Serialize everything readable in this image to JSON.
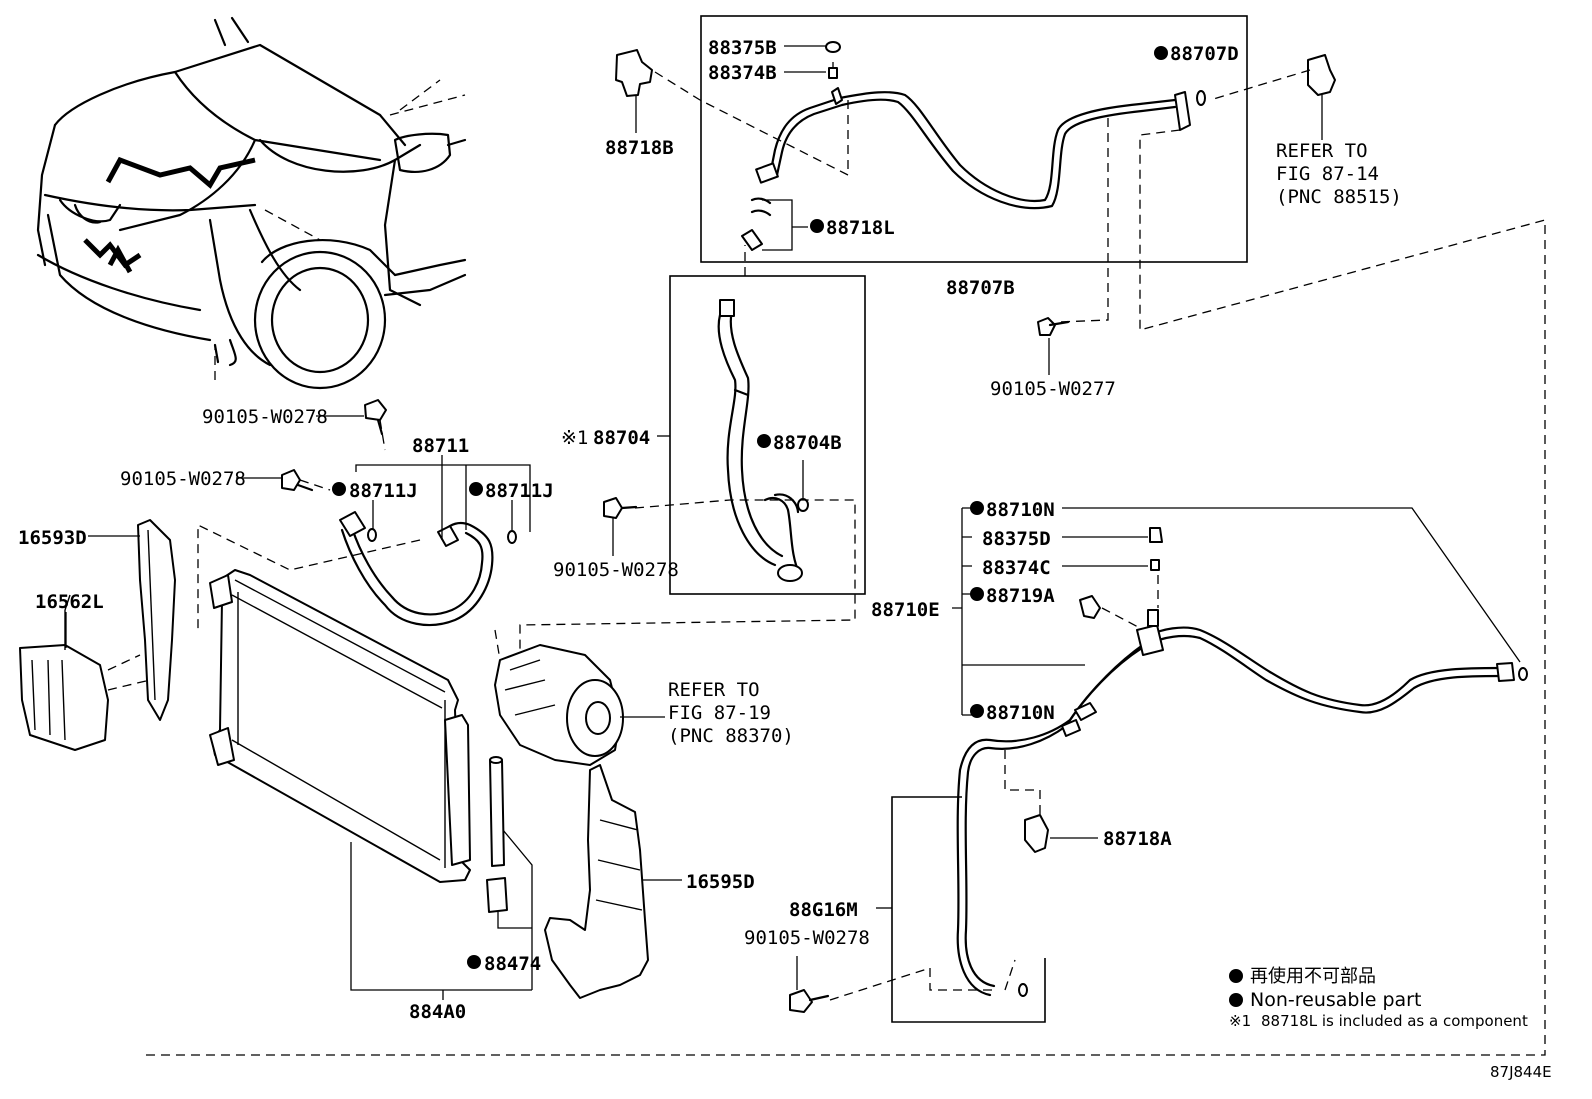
{
  "diagram_code": "87J844E",
  "legend": {
    "japanese": "再使用不可部品",
    "english": "Non-reusable part",
    "note_mark": "※1",
    "note_text": "88718L is included as a component"
  },
  "refers": {
    "fig_87_14": {
      "line1": "REFER TO",
      "line2": "FIG 87-14",
      "line3": "(PNC 88515)"
    },
    "fig_87_19": {
      "line1": "REFER TO",
      "line2": "FIG 87-19",
      "line3": "(PNC 88370)"
    }
  },
  "labels": {
    "p88375B": "88375B",
    "p88374B": "88374B",
    "p88707D": "88707D",
    "p88718B": "88718B",
    "p88718L": "88718L",
    "p88707B": "88707B",
    "p90105_W0277": "90105-W0277",
    "p90105_W0278_a": "90105-W0278",
    "p88711": "88711",
    "p90105_W0278_b": "90105-W0278",
    "p88711J_a": "88711J",
    "p88711J_b": "88711J",
    "p16593D": "16593D",
    "p16562L": "16562L",
    "p88704_mark": "※1",
    "p88704": "88704",
    "p88704B": "88704B",
    "p90105_W0278_c": "90105-W0278",
    "p88710N_a": "88710N",
    "p88375D": "88375D",
    "p88374C": "88374C",
    "p88719A": "88719A",
    "p88710E": "88710E",
    "p88710N_b": "88710N",
    "p88718A": "88718A",
    "p16595D": "16595D",
    "p88G16M": "88G16M",
    "p90105_W0278_d": "90105-W0278",
    "p88474": "88474",
    "p884A0": "884A0"
  }
}
